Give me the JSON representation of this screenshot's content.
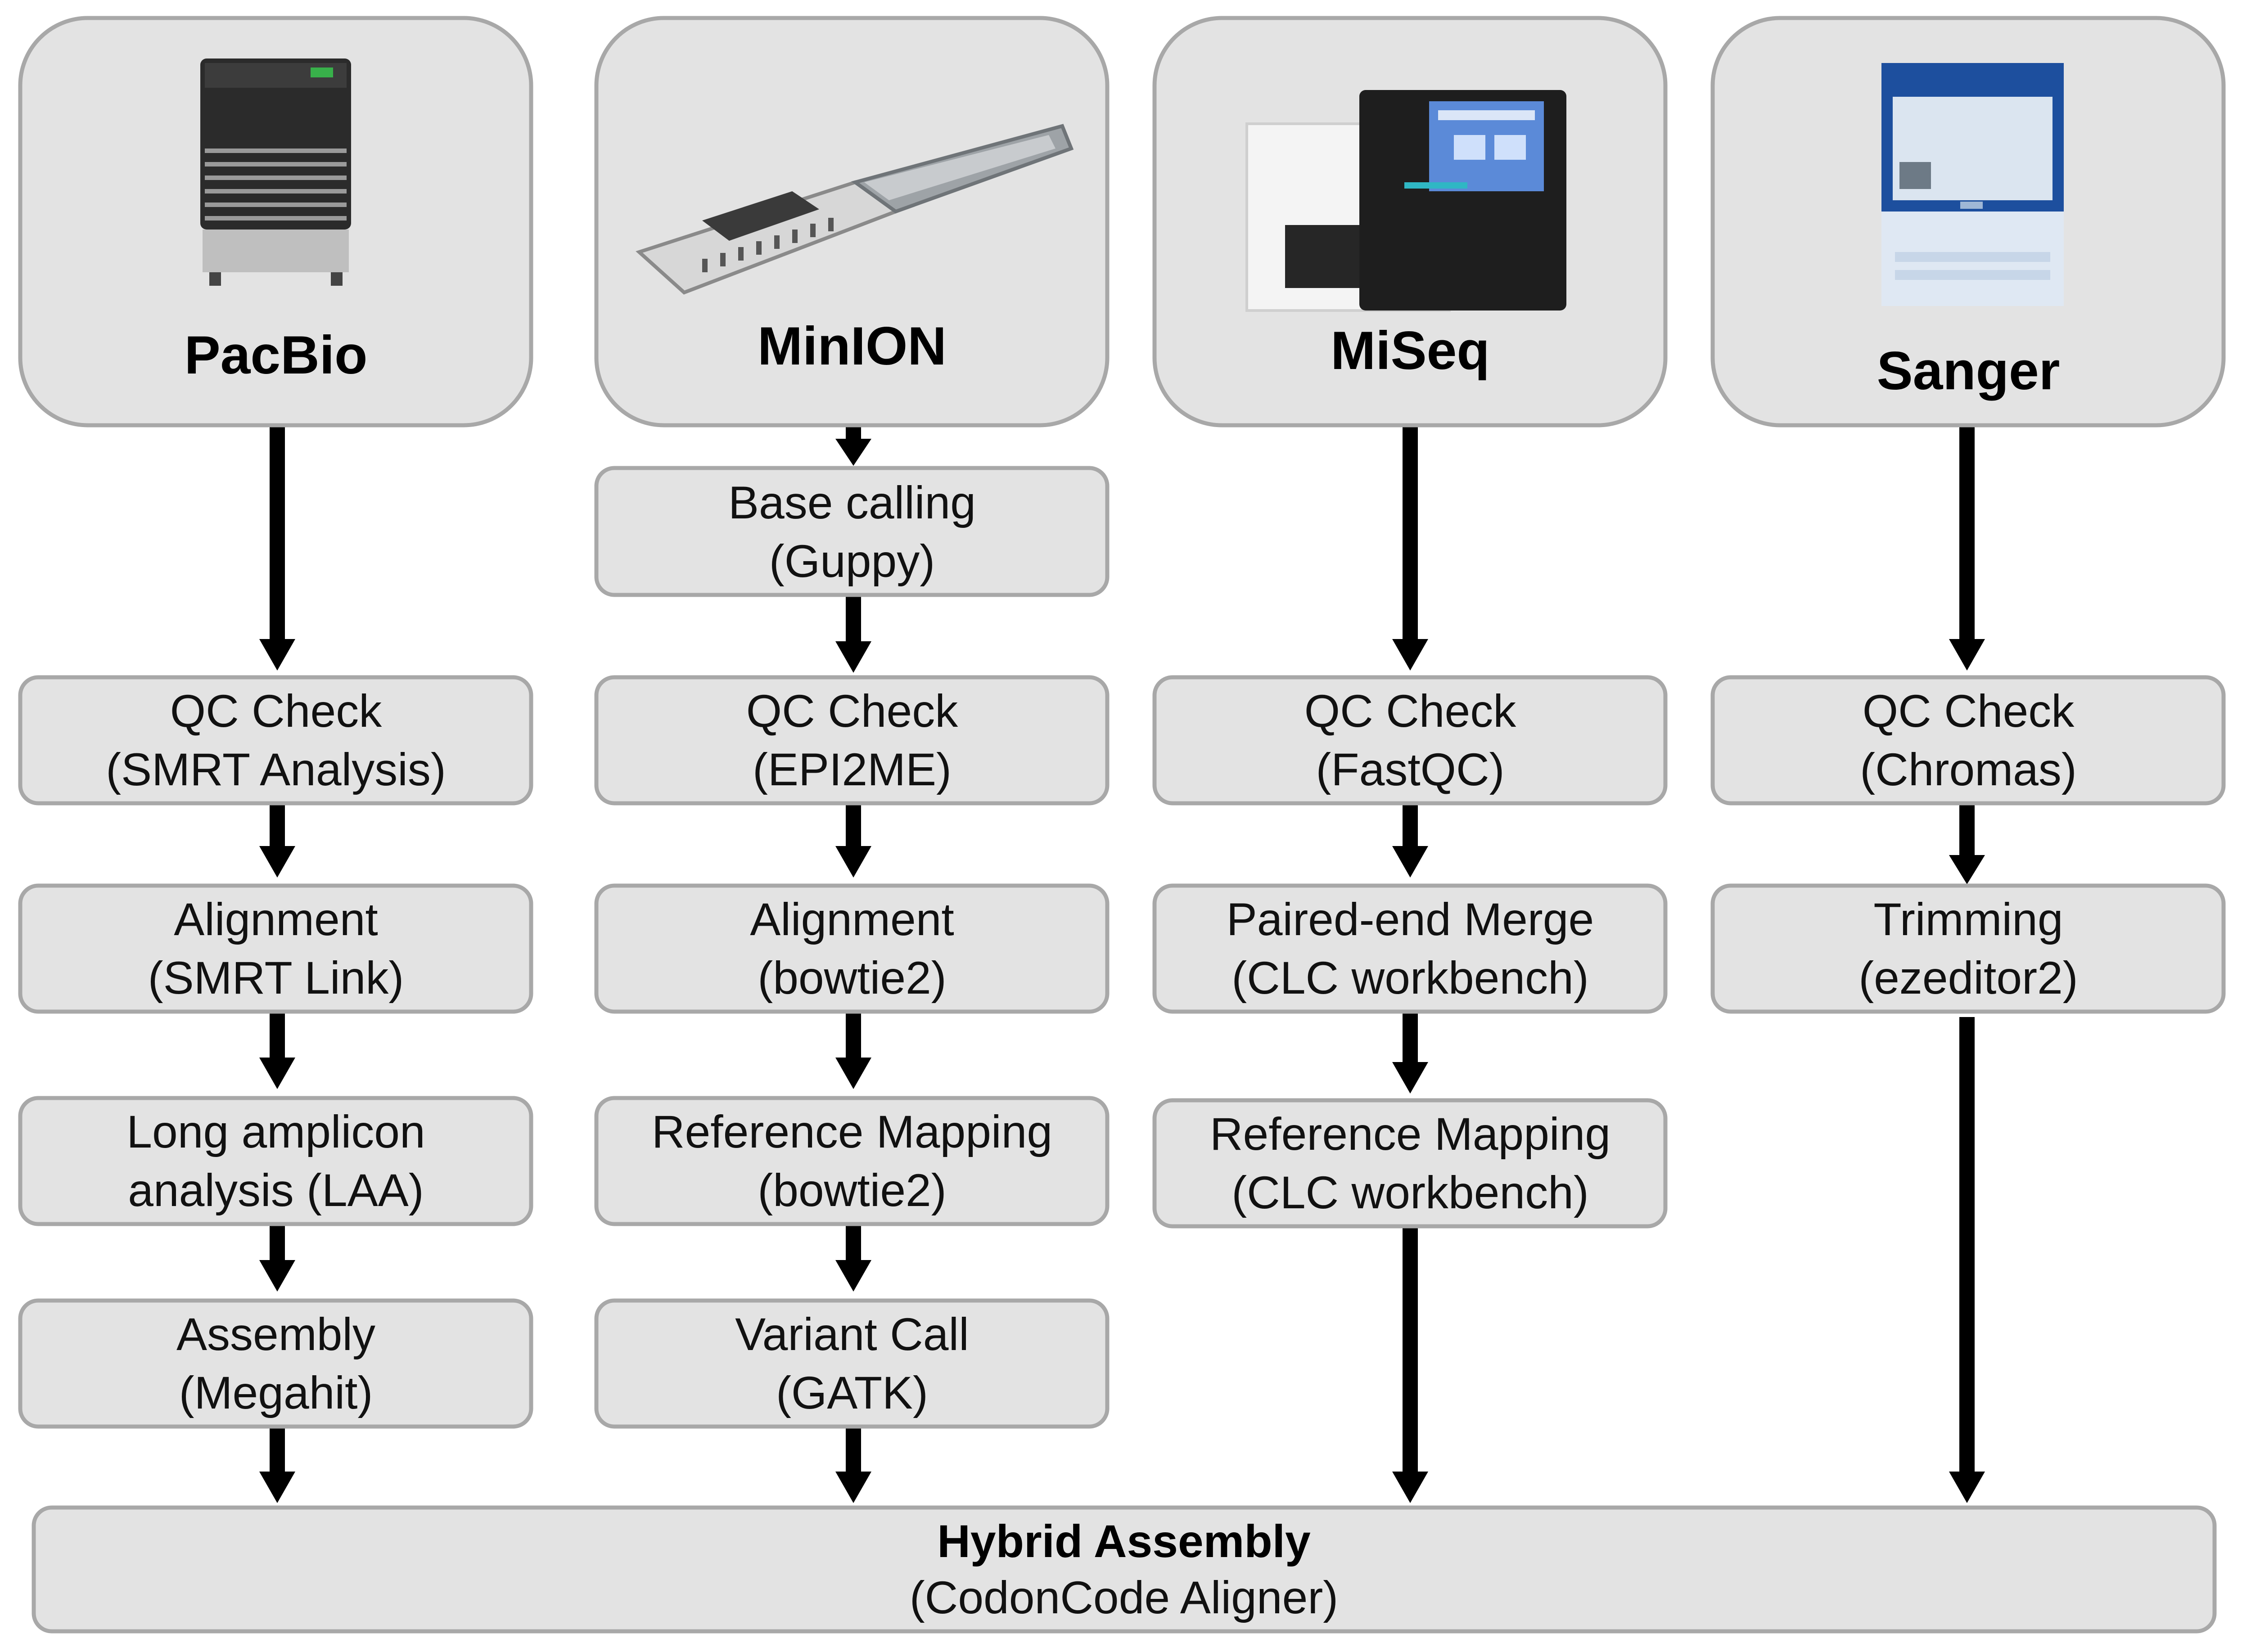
{
  "columns": [
    {
      "key": "pacbio",
      "platform": "PacBio",
      "image_icon": "pacbio-sequencer-icon",
      "steps": [
        {
          "line1": "QC Check",
          "line2": "(SMRT Analysis)"
        },
        {
          "line1": "Alignment",
          "line2": "(SMRT Link)"
        },
        {
          "line1": "Long amplicon",
          "line2": "analysis (LAA)"
        },
        {
          "line1": "Assembly",
          "line2": "(Megahit)"
        }
      ]
    },
    {
      "key": "minion",
      "platform": "MinION",
      "image_icon": "minion-device-icon",
      "steps": [
        {
          "line1": "Base calling",
          "line2": "(Guppy)"
        },
        {
          "line1": "QC Check",
          "line2": "(EPI2ME)"
        },
        {
          "line1": "Alignment",
          "line2": "(bowtie2)"
        },
        {
          "line1": "Reference Mapping",
          "line2": "(bowtie2)"
        },
        {
          "line1": "Variant Call",
          "line2": "(GATK)"
        }
      ]
    },
    {
      "key": "miseq",
      "platform": "MiSeq",
      "image_icon": "miseq-sequencer-icon",
      "steps": [
        {
          "line1": "QC Check",
          "line2": "(FastQC)"
        },
        {
          "line1": "Paired-end Merge",
          "line2": "(CLC workbench)"
        },
        {
          "line1": "Reference Mapping",
          "line2": "(CLC workbench)"
        }
      ]
    },
    {
      "key": "sanger",
      "platform": "Sanger",
      "image_icon": "sanger-sequencer-icon",
      "steps": [
        {
          "line1": "QC Check",
          "line2": "(Chromas)"
        },
        {
          "line1": "Trimming",
          "line2": "(ezeditor2)"
        }
      ]
    }
  ],
  "hybrid": {
    "title": "Hybrid Assembly",
    "subtitle": "(CodonCode Aligner)"
  },
  "colors": {
    "box_fill": "#e3e3e3",
    "box_stroke": "#a8a8a8",
    "arrow": "#000000",
    "text": "#111111"
  }
}
